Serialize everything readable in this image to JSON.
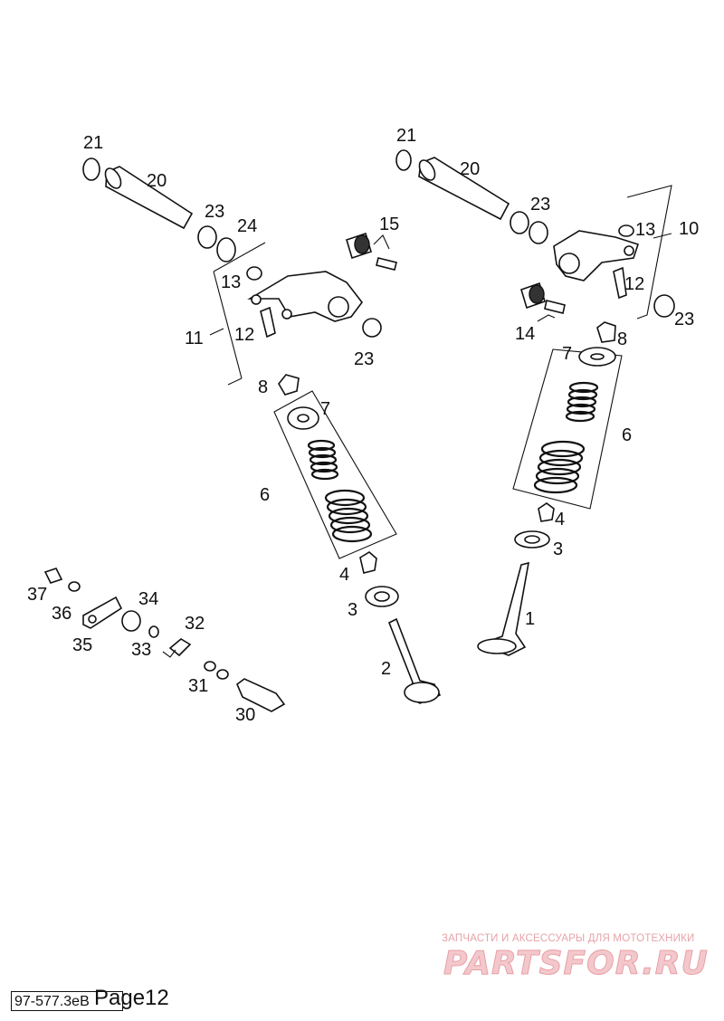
{
  "diagram": {
    "callouts": {
      "c1": "1",
      "c2": "2",
      "c3a": "3",
      "c3b": "3",
      "c4a": "4",
      "c4b": "4",
      "c6a": "6",
      "c6b": "6",
      "c7a": "7",
      "c7b": "7",
      "c8a": "8",
      "c8b": "8",
      "c10": "10",
      "c11": "11",
      "c12a": "12",
      "c12b": "12",
      "c13a": "13",
      "c13b": "13",
      "c14": "14",
      "c15": "15",
      "c20a": "20",
      "c20b": "20",
      "c21a": "21",
      "c21b": "21",
      "c23a": "23",
      "c23b": "23",
      "c23c": "23",
      "c23d": "23",
      "c24": "24",
      "c30": "30",
      "c31": "31",
      "c32": "32",
      "c33": "33",
      "c34": "34",
      "c35": "35",
      "c36": "36",
      "c37": "37"
    }
  },
  "footer": {
    "drawing_number": "97-577.3eB",
    "page_label": "Page12"
  },
  "watermark": {
    "tagline": "ЗАПЧАСТИ И АКСЕССУАРЫ ДЛЯ МОТОТЕХНИКИ",
    "logo": "PARTSFOR.RU"
  },
  "colors": {
    "line": "#111111",
    "watermark": "#e6a3a8"
  }
}
